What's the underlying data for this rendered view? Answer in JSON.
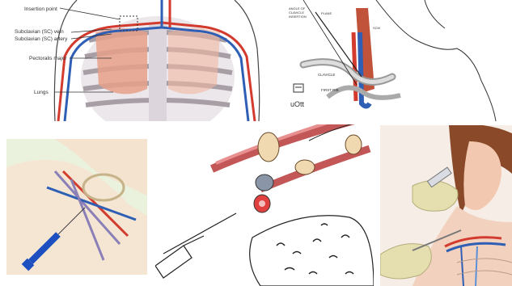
{
  "collage": {
    "tiles": [
      {
        "id": "thorax-diagram",
        "labels": {
          "insertion_point": "Insertion point",
          "sc_vein": "Subclavian (SC) vein",
          "sc_artery": "Subclavian (SC) artery",
          "pectoralis": "Pectoralis major",
          "lungs": "Lungs"
        }
      },
      {
        "id": "needle-angle-diagram",
        "labels": {
          "angle": "ANGLE OF\nCLAVICLE\nINSERTION",
          "plane": "PLANE",
          "scm": "SCM",
          "clavicle": "CLAVICLE",
          "first_rib": "FIRST RIB"
        },
        "watermark": "uOtt"
      },
      {
        "id": "neck-syringe-illustration"
      },
      {
        "id": "vessel-sketch"
      },
      {
        "id": "patient-catheter-illustration"
      }
    ]
  },
  "colors": {
    "artery": "#d23b2e",
    "vein": "#2f5fb5",
    "muscle": "#e6a08a",
    "syringe_blue": "#1d4fc0"
  }
}
